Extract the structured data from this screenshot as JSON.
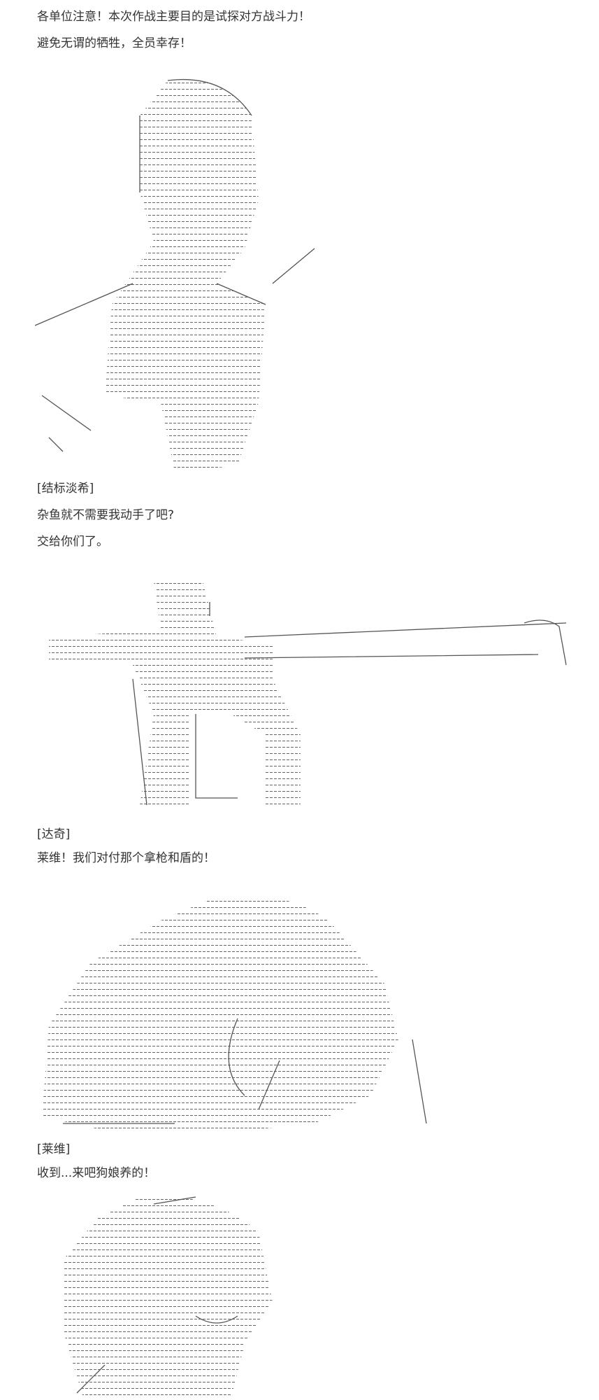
{
  "post": {
    "lines": [
      "各单位注意！本次作战主要目的是试探对方战斗力！",
      "避免无谓的牺牲，全员幸存！",
      "[结标淡希]",
      "杂鱼就不需要我动手了吧?",
      "交给你们了。",
      "[达奇]",
      "莱维！我们对付那个拿枪和盾的！",
      "[莱维]",
      "收到...来吧狗娘养的！"
    ]
  },
  "colors": {
    "text": "#333333",
    "art": "#555555"
  }
}
